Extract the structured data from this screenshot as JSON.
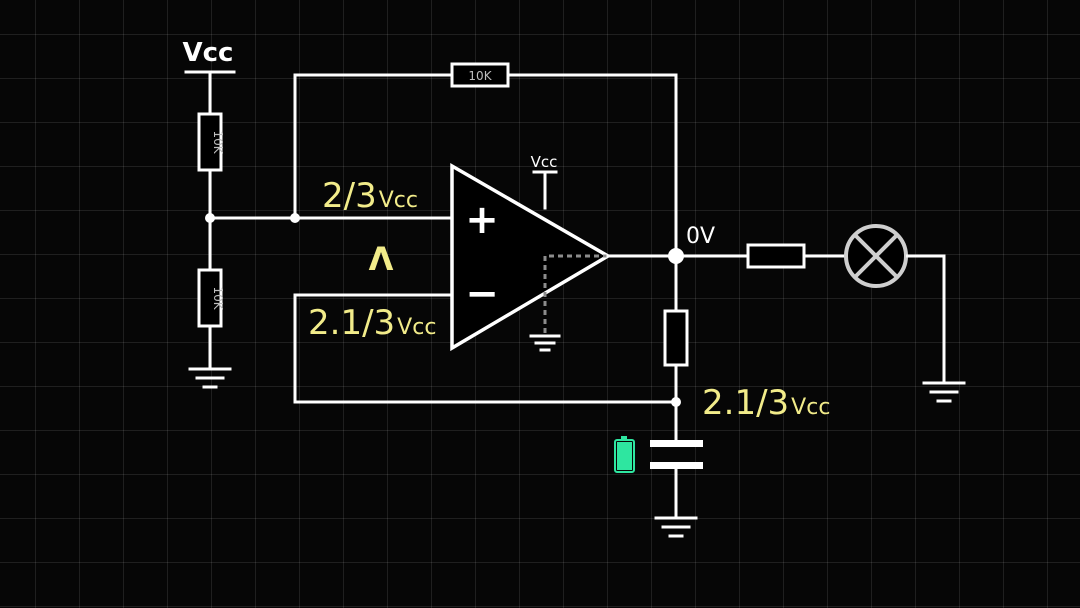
{
  "supply": {
    "label": "Vcc"
  },
  "opamp": {
    "supply_label": "Vcc",
    "plus_symbol": "+",
    "minus_symbol": "−"
  },
  "resistors": {
    "feedback_label": "10K",
    "divider_top_label": "10K",
    "divider_bottom_label": "10K"
  },
  "voltages": {
    "plus_input_value": "2/3",
    "plus_input_unit": "Vcc",
    "comparison_symbol": "Λ",
    "minus_input_value": "2.1/3",
    "minus_input_unit": "Vcc",
    "output": "0V",
    "capacitor_value": "2.1/3",
    "capacitor_unit": "Vcc"
  },
  "colors": {
    "wire": "#ffffff",
    "annotation": "#f2ec8a",
    "battery": "#2ee6a0",
    "lamp": "#cfcfcf",
    "grid": "#1f1f1f"
  }
}
